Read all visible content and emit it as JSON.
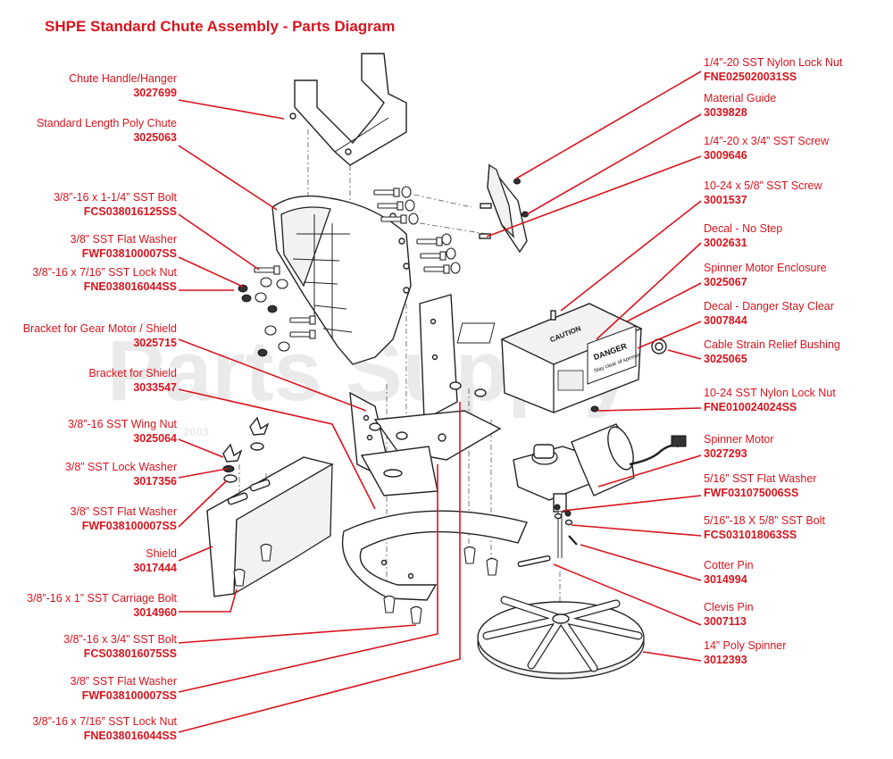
{
  "title": "SHPE Standard Chute Assembly - Parts Diagram",
  "watermark": {
    "text": "Parts Supply",
    "year": "2003"
  },
  "decals": {
    "caution": "CAUTION",
    "danger": "DANGER",
    "danger_sub": "Stay clear of spinner"
  },
  "colors": {
    "label": "#d9141e",
    "line": "#222222"
  },
  "parts_left": [
    {
      "name": "Chute Handle/Hanger",
      "number": "3027699"
    },
    {
      "name": "Standard Length Poly Chute",
      "number": "3025063"
    },
    {
      "name": "3/8”-16 x 1-1/4” SST Bolt",
      "number": "FCS038016125SS"
    },
    {
      "name": "3/8” SST Flat Washer",
      "number": "FWF038100007SS"
    },
    {
      "name": "3/8”-16 x 7/16” SST Lock Nut",
      "number": "FNE038016044SS"
    },
    {
      "name": "Bracket for Gear Motor / Shield",
      "number": "3025715"
    },
    {
      "name": "Bracket for Shield",
      "number": "3033547"
    },
    {
      "name": "3/8”-16 SST Wing Nut",
      "number": "3025064"
    },
    {
      "name": "3/8” SST Lock Washer",
      "number": "3017356"
    },
    {
      "name": "3/8” SST Flat Washer",
      "number": "FWF038100007SS"
    },
    {
      "name": "Shield",
      "number": "3017444"
    },
    {
      "name": "3/8”-16 x 1” SST Carriage Bolt",
      "number": "3014960"
    },
    {
      "name": "3/8”-16 x 3/4” SST Bolt",
      "number": "FCS038016075SS"
    },
    {
      "name": "3/8” SST Flat Washer",
      "number": "FWF038100007SS"
    },
    {
      "name": "3/8”-16 x 7/16” SST Lock Nut",
      "number": "FNE038016044SS"
    }
  ],
  "parts_right": [
    {
      "name": "1/4”-20 SST Nylon Lock Nut",
      "number": "FNE025020031SS"
    },
    {
      "name": "Material Guide",
      "number": "3039828"
    },
    {
      "name": "1/4”-20 x 3/4” SST Screw",
      "number": "3009646"
    },
    {
      "name": "10-24 x 5/8” SST Screw",
      "number": "3001537"
    },
    {
      "name": "Decal - No Step",
      "number": "3002631"
    },
    {
      "name": "Spinner Motor Enclosure",
      "number": "3025067"
    },
    {
      "name": "Decal - Danger Stay Clear",
      "number": "3007844"
    },
    {
      "name": "Cable Strain Relief Bushing",
      "number": "3025065"
    },
    {
      "name": "10-24 SST Nylon Lock Nut",
      "number": "FNE010024024SS"
    },
    {
      "name": "Spinner Motor",
      "number": "3027293"
    },
    {
      "name": "5/16” SST Flat Washer",
      "number": "FWF031075006SS"
    },
    {
      "name": "5/16”-18 X 5/8” SST Bolt",
      "number": "FCS031018063SS"
    },
    {
      "name": "Cotter Pin",
      "number": "3014994"
    },
    {
      "name": "Clevis Pin",
      "number": "3007113"
    },
    {
      "name": "14” Poly Spinner",
      "number": "3012393"
    }
  ]
}
